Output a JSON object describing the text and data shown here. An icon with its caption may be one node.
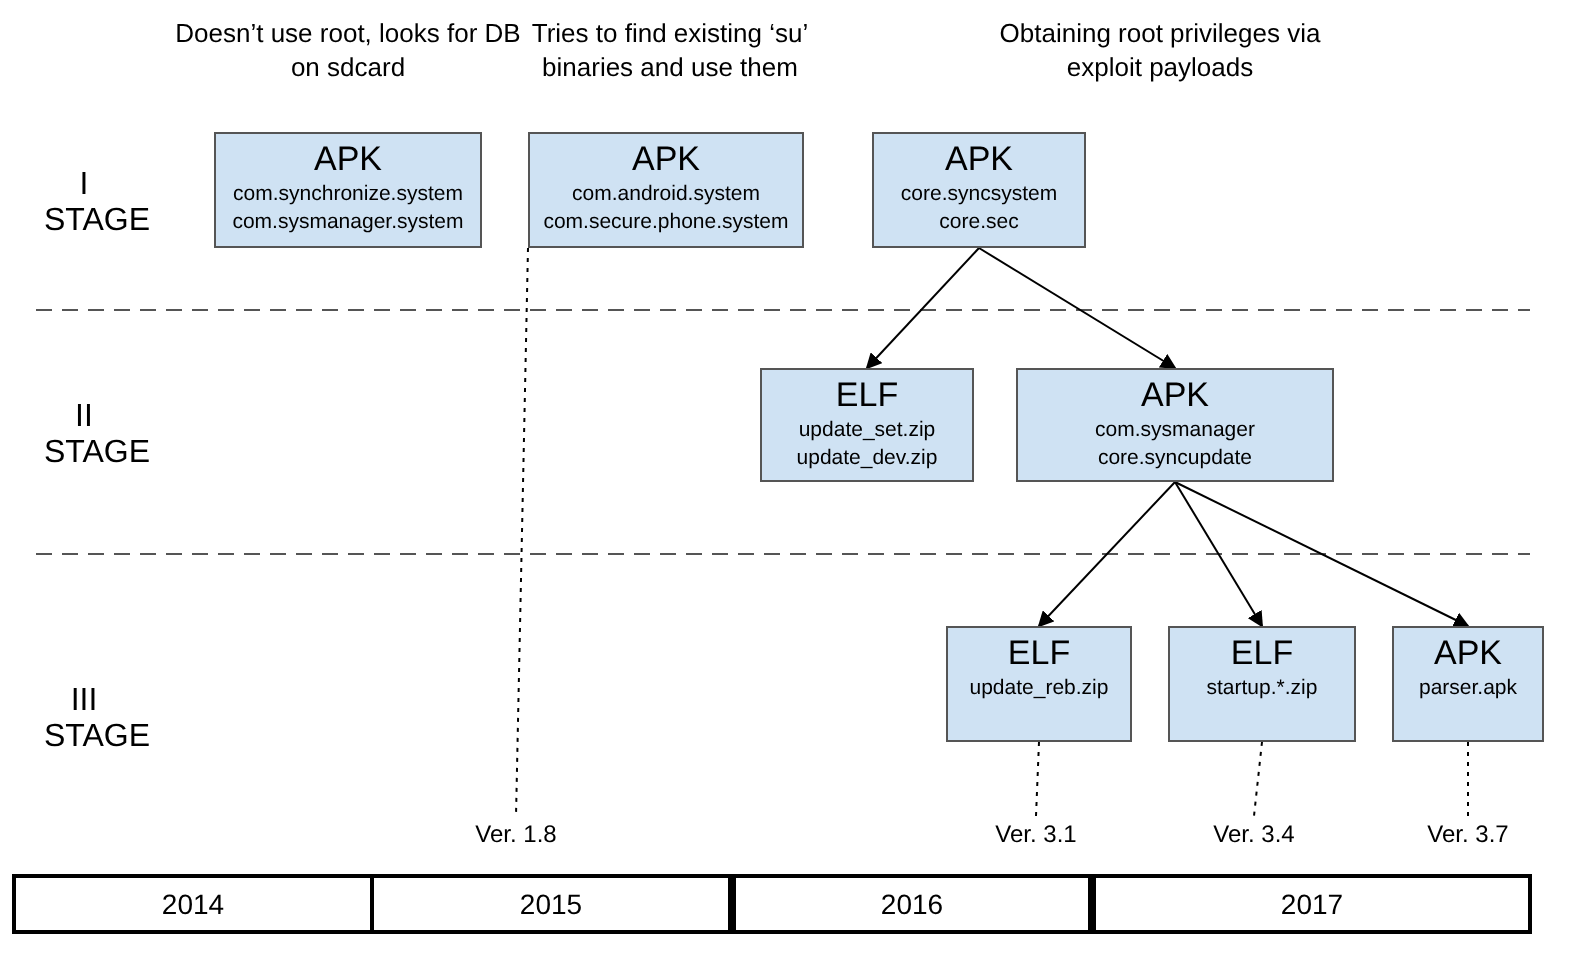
{
  "diagram": {
    "nodes": [
      {
        "text": [
          "APK",
          "com.synchronize.system",
          "com.sysmanager.system"
        ],
        "beside": [
          "Doesn’t use root, looks for DB on sdcard"
        ]
      },
      {
        "text": [
          "APK",
          "com.android.system",
          "com.secure.phone.system"
        ],
        "beside": [
          "Tries to find existing ‘su’ binaries and use them"
        ]
      },
      {
        "text": [
          "APK",
          "core.syncsystem",
          "core.sec"
        ],
        "beside": [
          "Obtaining root privileges via exploit payloads"
        ]
      },
      {
        "text": [
          "ELF",
          "update_set.zip",
          "update_dev.zip"
        ]
      },
      {
        "text": [
          "APK",
          "com.sysmanager",
          "core.syncupdate"
        ]
      },
      {
        "text": [
          "ELF",
          "update_reb.zip"
        ]
      },
      {
        "text": [
          "ELF",
          "startup.*.zip"
        ]
      },
      {
        "text": [
          "APK",
          "parser.apk"
        ]
      },
      {
        "text": [
          "Ver. 1.8"
        ]
      },
      {
        "text": [
          "Ver. 3.1"
        ]
      },
      {
        "text": [
          "Ver. 3.4"
        ]
      },
      {
        "text": [
          "Ver. 3.7"
        ]
      },
      {
        "text": [
          "2014"
        ]
      },
      {
        "text": [
          "2015"
        ]
      },
      {
        "text": [
          "2016"
        ]
      },
      {
        "text": [
          "2017"
        ]
      }
    ],
    "edges": [
      {
        "from": 2,
        "to": 3,
        "arrow": "to"
      },
      {
        "from": 2,
        "to": 4,
        "arrow": "to"
      },
      {
        "from": 4,
        "to": 5,
        "arrow": "to"
      },
      {
        "from": 4,
        "to": 6,
        "arrow": "to"
      },
      {
        "from": 4,
        "to": 7,
        "arrow": "to"
      },
      {
        "from": 1,
        "to": 8,
        "arrow": "none",
        "style": "dashed"
      },
      {
        "from": 5,
        "to": 9,
        "arrow": "none",
        "style": "dashed"
      },
      {
        "from": 6,
        "to": 10,
        "arrow": "none",
        "style": "dashed"
      },
      {
        "from": 7,
        "to": 11,
        "arrow": "none",
        "style": "dashed"
      }
    ],
    "labels": [
      "I STAGE",
      "II STAGE",
      "III STAGE"
    ]
  }
}
